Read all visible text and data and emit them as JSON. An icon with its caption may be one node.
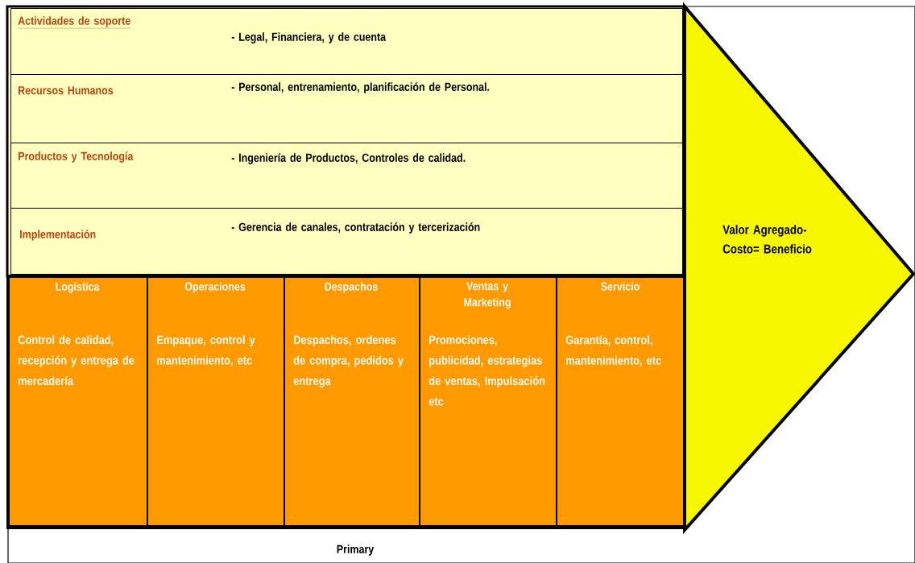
{
  "diagram": {
    "nodes": [
      {
        "text": [
          "Actividades de soporte",
          "- Legal, Financiera, y de cuenta"
        ]
      },
      {
        "text": [
          "Recursos Humanos",
          "- Personal, entrenamiento, planificación de Personal."
        ]
      },
      {
        "text": [
          "Productos y Tecnología",
          "- Ingeniería de Productos, Controles de calidad."
        ]
      },
      {
        "text": [
          "Implementación",
          "- Gerencia de canales, contratación y tercerización"
        ]
      },
      {
        "text": [
          "Logística",
          "Control de calidad, recepción y entrega de mercadería"
        ]
      },
      {
        "text": [
          "Operaciones",
          "Empaque, control y mantenimiento, etc"
        ]
      },
      {
        "text": [
          "Despachos",
          "Despachos, ordenes de compra, pedidos y entrega"
        ]
      },
      {
        "text": [
          "Ventas y Marketing",
          "Promociones, publicidad, estrategias de ventas, Impulsación etc"
        ]
      },
      {
        "text": [
          "Servicio",
          "Garantía, control, mantenimiento, etc"
        ]
      },
      {
        "text": [
          "Valor Agregado- Costo= Beneficio"
        ]
      }
    ],
    "labels": [
      "Primary"
    ]
  }
}
